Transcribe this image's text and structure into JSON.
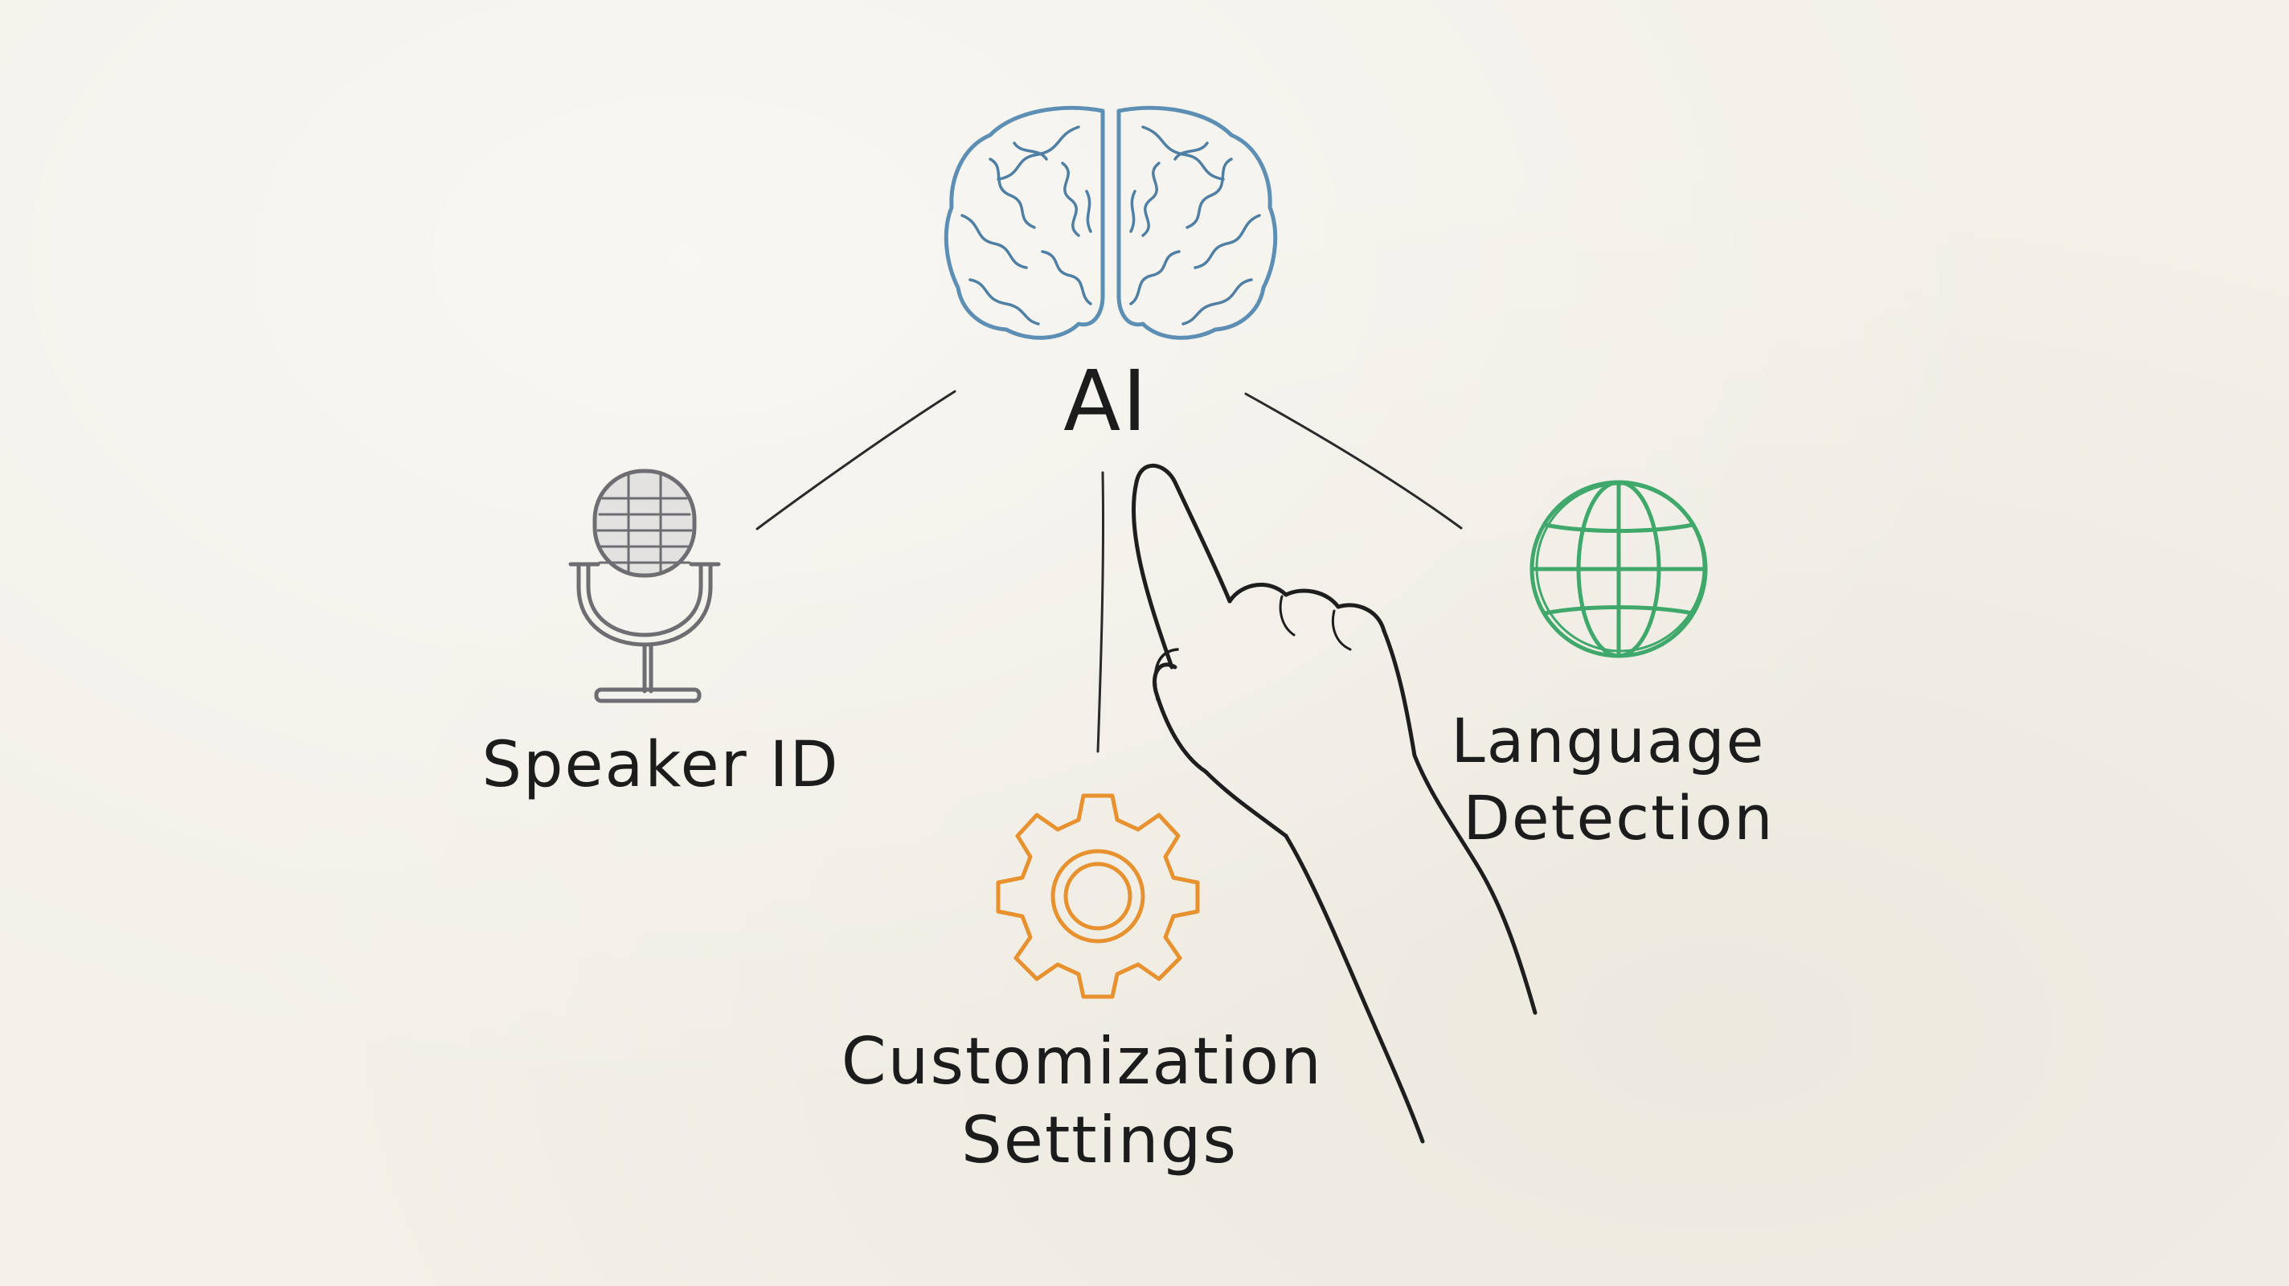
{
  "diagram": {
    "center": {
      "label": "AI",
      "icon": "brain-icon"
    },
    "nodes": [
      {
        "id": "speaker",
        "label_lines": [
          "Speaker ID"
        ],
        "icon": "microphone-icon",
        "color": "#6e6e72"
      },
      {
        "id": "custom",
        "label_lines": [
          "Customization",
          "Settings"
        ],
        "icon": "gear-icon",
        "color": "#e8912f"
      },
      {
        "id": "language",
        "label_lines": [
          "Language",
          "Detection"
        ],
        "icon": "globe-icon",
        "color": "#3fa86a"
      }
    ],
    "pointer": {
      "icon": "pointing-hand-icon"
    },
    "colors": {
      "brain": "#5d8fb4",
      "brain_fill": "#cfe1ec",
      "ink": "#1c1c1c",
      "background": "#f2f0e8"
    }
  }
}
